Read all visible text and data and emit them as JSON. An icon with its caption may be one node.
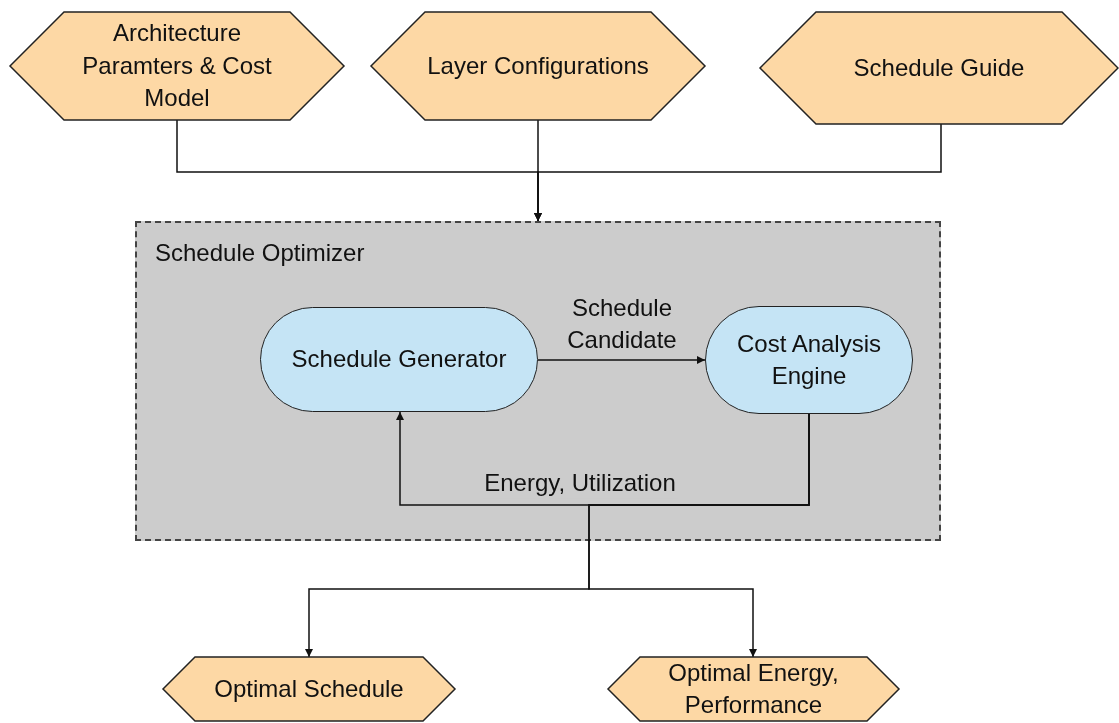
{
  "diagram": {
    "nodes": [
      {
        "text": [
          "Architecture Paramters & Cost Model"
        ]
      },
      {
        "text": [
          "Layer Configurations"
        ]
      },
      {
        "text": [
          "Schedule Guide"
        ]
      },
      {
        "text": [
          "Schedule Optimizer"
        ]
      },
      {
        "text": [
          "Schedule Generator"
        ],
        "in": 3
      },
      {
        "text": [
          "Cost Analysis Engine"
        ],
        "in": 3
      },
      {
        "text": [
          "Optimal Schedule"
        ]
      },
      {
        "text": [
          "Optimal Energy, Performance"
        ]
      }
    ],
    "edges": [
      {
        "from": 0,
        "to": 3,
        "arrow": "to"
      },
      {
        "from": 1,
        "to": 3,
        "arrow": "to"
      },
      {
        "from": 2,
        "to": 3,
        "arrow": "to"
      },
      {
        "from": 4,
        "to": 5,
        "arrow": "to",
        "label": "Schedule Candidate"
      },
      {
        "from": 5,
        "to": 4,
        "arrow": "to",
        "label": "Energy, Utilization"
      },
      {
        "from": 5,
        "to": 6,
        "arrow": "to"
      },
      {
        "from": 5,
        "to": 7,
        "arrow": "to"
      }
    ]
  }
}
